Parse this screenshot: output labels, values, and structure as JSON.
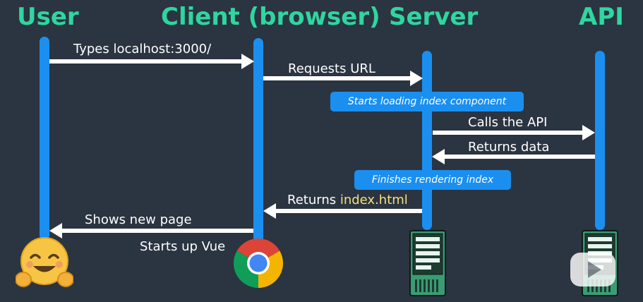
{
  "participants": [
    {
      "name": "User"
    },
    {
      "name": "Client (browser)"
    },
    {
      "name": "Server"
    },
    {
      "name": "API"
    }
  ],
  "messages": [
    {
      "label": "Types localhost:3000/"
    },
    {
      "label": "Requests URL"
    },
    {
      "label": "Calls the API"
    },
    {
      "label": "Returns data"
    },
    {
      "label": "Returns ",
      "highlight": "index.html"
    },
    {
      "label": "Shows new page"
    }
  ],
  "notes": [
    {
      "text": "Starts loading index component"
    },
    {
      "text": "Finishes rendering index"
    }
  ],
  "caption": "Starts up Vue",
  "icons": {
    "user": "hugging-face-emoji-icon",
    "client": "chrome-browser-icon",
    "server": "server-rack-icon",
    "api": "server-rack-icon",
    "overlay": "video-play-icon"
  },
  "colors": {
    "background": "#2b3441",
    "actor_label": "#2fd6a0",
    "lifeline": "#1a8ff0",
    "arrow": "#ffffff",
    "note": "#1a8ff0",
    "highlight": "#f4e07a"
  }
}
